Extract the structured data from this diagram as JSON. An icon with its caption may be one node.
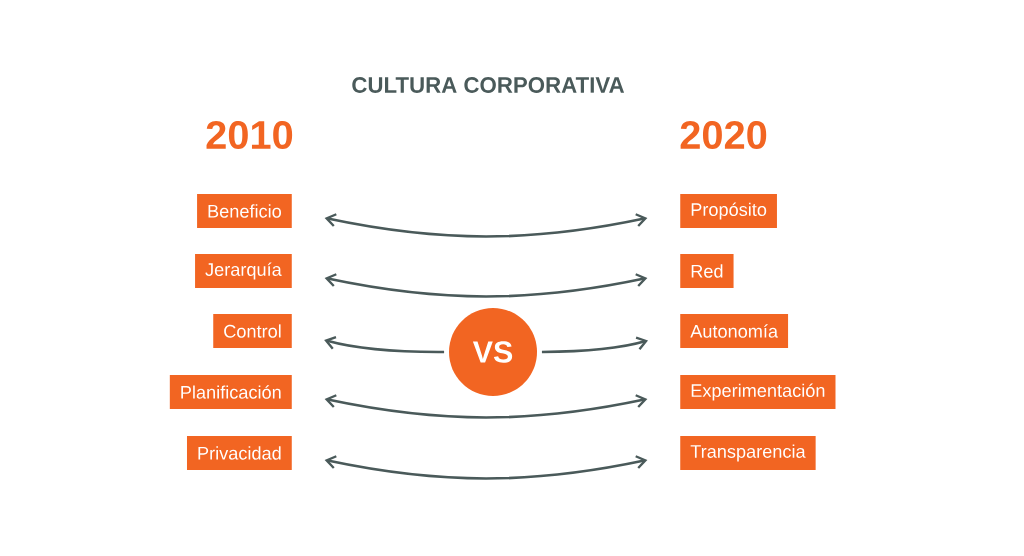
{
  "diagram": {
    "title": "CULTURA CORPORATIVA",
    "nodes": [
      {
        "text": [
          "Beneficio"
        ]
      },
      {
        "text": [
          "Jerarquía"
        ]
      },
      {
        "text": [
          "Control"
        ]
      },
      {
        "text": [
          "Planificación"
        ]
      },
      {
        "text": [
          "Privacidad"
        ]
      },
      {
        "text": [
          "Propósito"
        ]
      },
      {
        "text": [
          "Red"
        ]
      },
      {
        "text": [
          "Autonomía"
        ]
      },
      {
        "text": [
          "Experimentación"
        ]
      },
      {
        "text": [
          "Transparencia"
        ]
      },
      {
        "text": [
          "VS"
        ]
      }
    ],
    "edges": [
      {
        "from": 0,
        "to": 5,
        "arrow": "both"
      },
      {
        "from": 1,
        "to": 6,
        "arrow": "both"
      },
      {
        "from": 10,
        "to": 2,
        "arrow": "to"
      },
      {
        "from": 10,
        "to": 7,
        "arrow": "to"
      },
      {
        "from": 3,
        "to": 8,
        "arrow": "both"
      },
      {
        "from": 4,
        "to": 9,
        "arrow": "both"
      }
    ],
    "labels": [
      "2010",
      "2020"
    ]
  }
}
